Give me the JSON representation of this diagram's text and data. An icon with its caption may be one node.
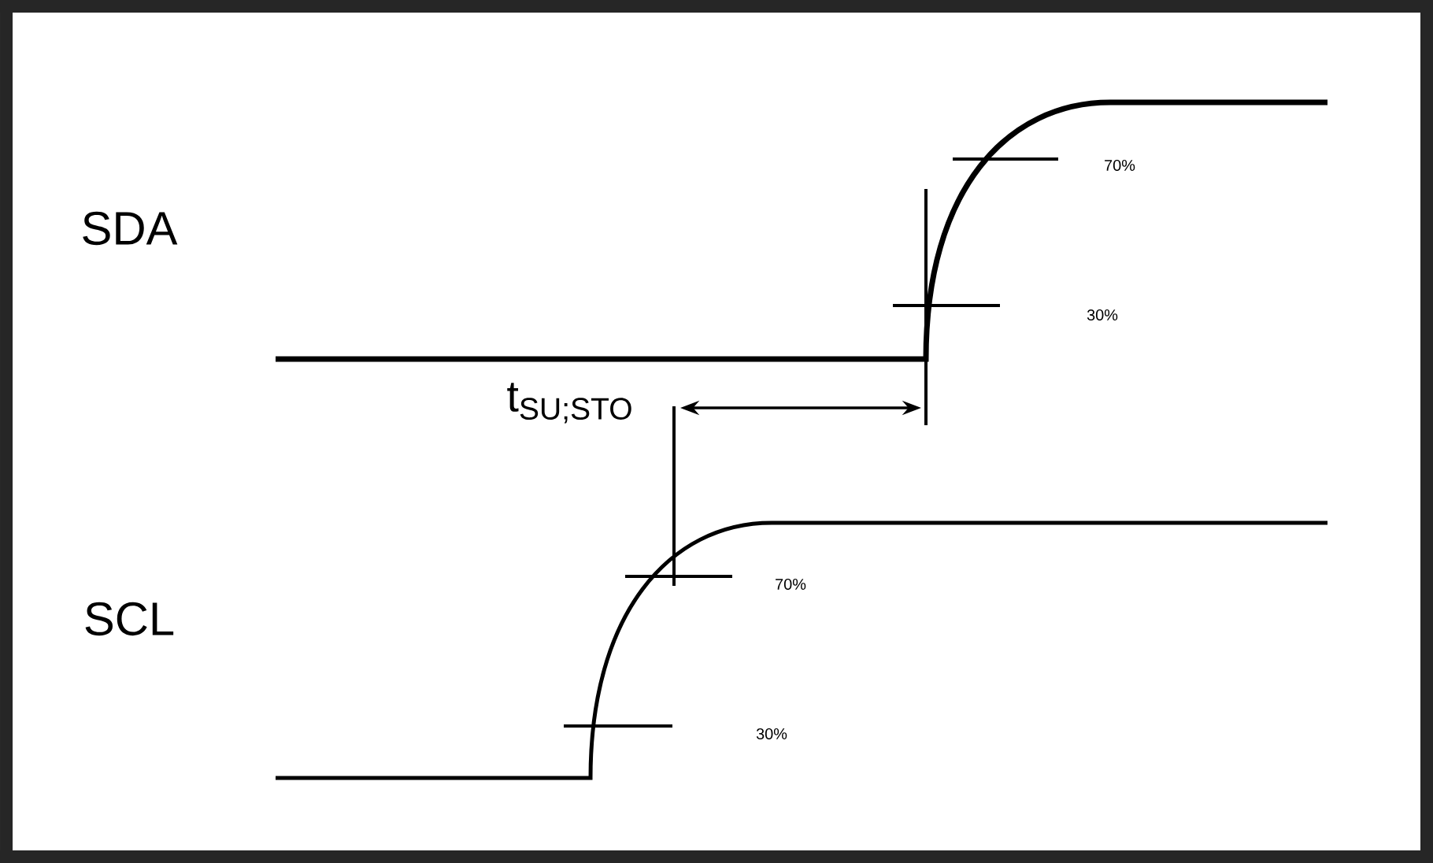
{
  "diagram": {
    "labels": [
      "SDA",
      "70%",
      "30%",
      "t$_{SU;STO}$",
      "SCL",
      "70%",
      "30%"
    ]
  }
}
